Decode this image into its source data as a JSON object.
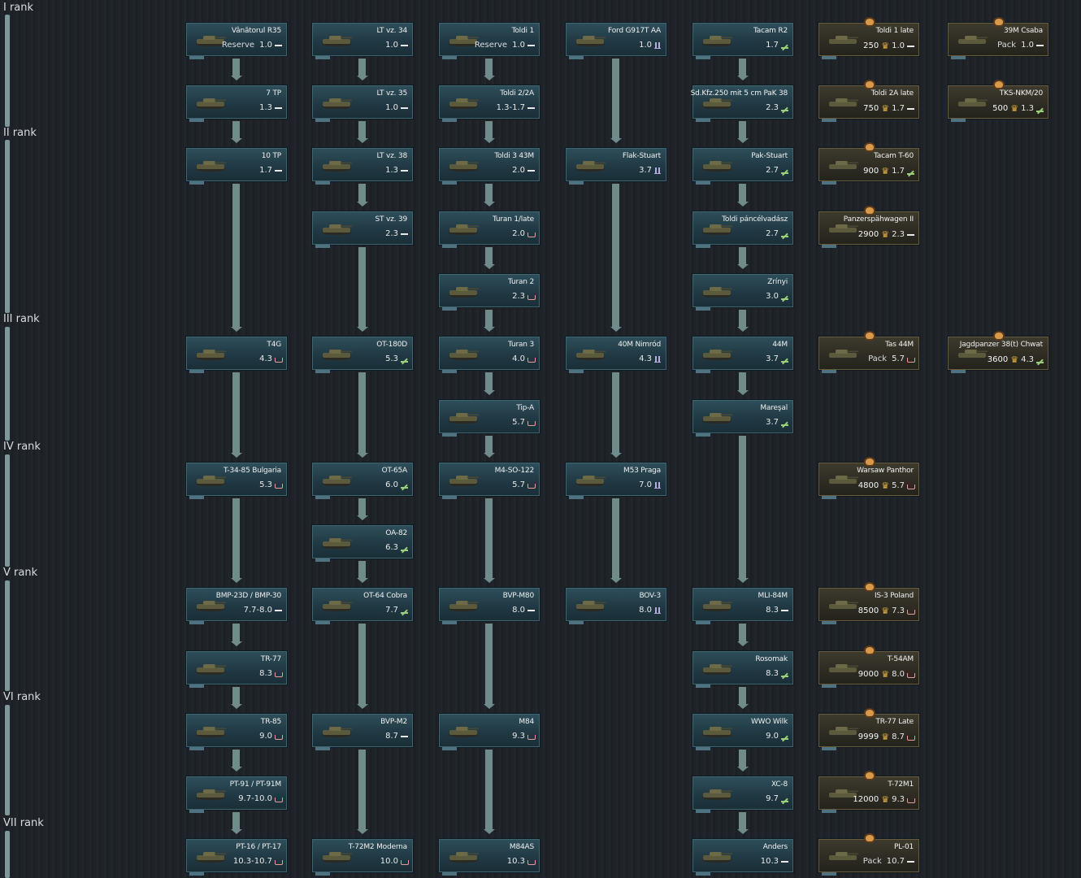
{
  "ranks": [
    {
      "label": "I rank"
    },
    {
      "label": "II rank"
    },
    {
      "label": "III rank"
    },
    {
      "label": "IV rank"
    },
    {
      "label": "V rank"
    },
    {
      "label": "VI rank"
    },
    {
      "label": "VII rank"
    }
  ],
  "vehicles": [
    {
      "name": "Vânătorul R35",
      "prefix": "Reserve",
      "br": "1.0",
      "role": "med",
      "premium": false
    },
    {
      "name": "LT vz. 34",
      "br": "1.0",
      "role": "med",
      "premium": false
    },
    {
      "name": "Toldi 1",
      "prefix": "Reserve",
      "br": "1.0",
      "role": "med",
      "premium": false
    },
    {
      "name": "Ford G917T AA",
      "br": "1.0",
      "role": "spaa",
      "premium": false
    },
    {
      "name": "Tacam R2",
      "br": "1.7",
      "role": "light",
      "premium": false
    },
    {
      "name": "Toldi 1 late",
      "ge": "250",
      "br": "1.0",
      "role": "med",
      "premium": true
    },
    {
      "name": "39M Csaba",
      "prefix": "Pack",
      "br": "1.0",
      "role": "med",
      "premium": true
    },
    {
      "name": "7 TP",
      "br": "1.3",
      "role": "med",
      "premium": false
    },
    {
      "name": "LT vz. 35",
      "br": "1.0",
      "role": "med",
      "premium": false
    },
    {
      "name": "Toldi 2/2A",
      "br": "1.3-1.7",
      "role": "med",
      "premium": false
    },
    {
      "name": "Sd.Kfz.250 mit 5 cm PaK 38",
      "br": "2.3",
      "role": "light",
      "premium": false
    },
    {
      "name": "Toldi 2A late",
      "ge": "750",
      "br": "1.7",
      "role": "med",
      "premium": true
    },
    {
      "name": "TKS-NKM/20",
      "ge": "500",
      "br": "1.3",
      "role": "light",
      "premium": true
    },
    {
      "name": "10 TP",
      "br": "1.7",
      "role": "med",
      "premium": false
    },
    {
      "name": "LT vz. 38",
      "br": "1.3",
      "role": "med",
      "premium": false
    },
    {
      "name": "Toldi 3 43M",
      "br": "2.0",
      "role": "med",
      "premium": false
    },
    {
      "name": "Flak-Stuart",
      "br": "3.7",
      "role": "spaa",
      "premium": false
    },
    {
      "name": "Pak-Stuart",
      "br": "2.7",
      "role": "light",
      "premium": false
    },
    {
      "name": "Tacam T-60",
      "ge": "900",
      "br": "1.7",
      "role": "light",
      "premium": true
    },
    {
      "name": "ST vz. 39",
      "br": "2.3",
      "role": "med",
      "premium": false
    },
    {
      "name": "Turan 1/late",
      "br": "2.0",
      "role": "heavy",
      "premium": false
    },
    {
      "name": "Toldi páncélvadász",
      "br": "2.7",
      "role": "light",
      "premium": false
    },
    {
      "name": "Panzerspähwagen II",
      "ge": "2900",
      "br": "2.3",
      "role": "med",
      "premium": true
    },
    {
      "name": "Turan 2",
      "br": "2.3",
      "role": "heavy",
      "premium": false
    },
    {
      "name": "Zrínyi",
      "br": "3.0",
      "role": "light",
      "premium": false
    },
    {
      "name": "T4G",
      "br": "4.3",
      "role": "heavy",
      "premium": false
    },
    {
      "name": "OT-180D",
      "br": "5.3",
      "role": "light",
      "premium": false
    },
    {
      "name": "Turan 3",
      "br": "4.0",
      "role": "heavy",
      "premium": false
    },
    {
      "name": "40M Nimród",
      "br": "4.3",
      "role": "spaa",
      "premium": false
    },
    {
      "name": "44M",
      "br": "3.7",
      "role": "light",
      "premium": false
    },
    {
      "name": "Tas 44M",
      "prefix": "Pack",
      "br": "5.7",
      "role": "heavy",
      "premium": true
    },
    {
      "name": "Jagdpanzer 38(t) Chwat",
      "ge": "3600",
      "br": "4.3",
      "role": "light",
      "premium": true
    },
    {
      "name": "Tip-A",
      "br": "5.7",
      "role": "heavy",
      "premium": false
    },
    {
      "name": "Mareşal",
      "br": "3.7",
      "role": "light",
      "premium": false
    },
    {
      "name": "T-34-85 Bulgaria",
      "br": "5.3",
      "role": "heavy",
      "premium": false
    },
    {
      "name": "OT-65A",
      "br": "6.0",
      "role": "light",
      "premium": false
    },
    {
      "name": "M4-SO-122",
      "br": "5.7",
      "role": "heavy",
      "premium": false
    },
    {
      "name": "M53 Praga",
      "br": "7.0",
      "role": "spaa",
      "premium": false
    },
    {
      "name": "Warsaw Panthor",
      "ge": "4800",
      "br": "5.7",
      "role": "heavy",
      "premium": true
    },
    {
      "name": "OA-82",
      "br": "6.3",
      "role": "light",
      "premium": false
    },
    {
      "name": "BMP-23D / BMP-30",
      "br": "7.7-8.0",
      "role": "med",
      "premium": false
    },
    {
      "name": "OT-64 Cobra",
      "br": "7.7",
      "role": "light",
      "premium": false
    },
    {
      "name": "BVP-M80",
      "br": "8.0",
      "role": "med",
      "premium": false
    },
    {
      "name": "BOV-3",
      "br": "8.0",
      "role": "spaa",
      "premium": false
    },
    {
      "name": "MLI-84M",
      "br": "8.3",
      "role": "med",
      "premium": false
    },
    {
      "name": "IS-3 Poland",
      "ge": "8500",
      "br": "7.3",
      "role": "heavy",
      "premium": true
    },
    {
      "name": "TR-77",
      "br": "8.3",
      "role": "heavy",
      "premium": false
    },
    {
      "name": "Rosomak",
      "br": "8.3",
      "role": "light",
      "premium": false
    },
    {
      "name": "T-54AM",
      "ge": "9000",
      "br": "8.0",
      "role": "heavy",
      "premium": true
    },
    {
      "name": "TR-85",
      "br": "9.0",
      "role": "heavy",
      "premium": false
    },
    {
      "name": "BVP-M2",
      "br": "8.7",
      "role": "med",
      "premium": false
    },
    {
      "name": "M84",
      "br": "9.3",
      "role": "heavy",
      "premium": false
    },
    {
      "name": "WWO Wilk",
      "br": "9.0",
      "role": "light",
      "premium": false
    },
    {
      "name": "TR-77 Late",
      "ge": "9999",
      "br": "8.7",
      "role": "heavy",
      "premium": true
    },
    {
      "name": "PT-91 / PT-91M",
      "br": "9.7-10.0",
      "role": "heavy",
      "premium": false
    },
    {
      "name": "XC-8",
      "br": "9.7",
      "role": "light",
      "premium": false
    },
    {
      "name": "T-72M1",
      "ge": "12000",
      "br": "9.3",
      "role": "heavy",
      "premium": true
    },
    {
      "name": "PT-16 / PT-17",
      "br": "10.3-10.7",
      "role": "heavy",
      "premium": false
    },
    {
      "name": "T-72M2 Moderna",
      "br": "10.0",
      "role": "heavy",
      "premium": false
    },
    {
      "name": "M84AS",
      "br": "10.3",
      "role": "heavy",
      "premium": false
    },
    {
      "name": "Anders",
      "br": "10.3",
      "role": "med",
      "premium": false
    },
    {
      "name": "PL-01",
      "prefix": "Pack",
      "br": "10.7",
      "role": "med",
      "premium": true
    }
  ]
}
